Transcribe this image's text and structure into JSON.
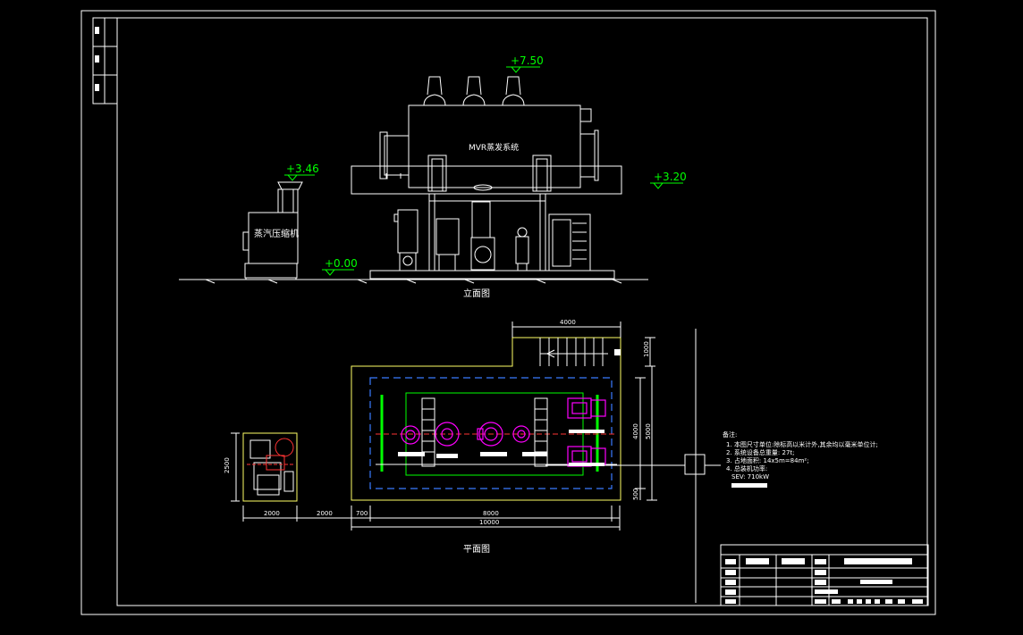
{
  "elevation": {
    "title": "立面图",
    "system_label": "MVR蒸发系统",
    "compressor_label": "蒸汽压缩机",
    "levels": {
      "top": "+7.50",
      "compressor": "+3.46",
      "platform": "+3.20",
      "ground": "+0.00"
    }
  },
  "plan": {
    "title": "平面图",
    "dims": {
      "stair_width": "4000",
      "stair_depth": "1000",
      "inner_depth": "4000",
      "outer_depth": "5000",
      "edge_depth": "500",
      "comp_height": "2500",
      "comp_width": "2000",
      "gap": "2000",
      "margin": "700",
      "inner_width": "8000",
      "total_width": "10000"
    }
  },
  "notes": {
    "heading": "备注:",
    "lines": [
      "1. 本图尺寸单位:除标高以米计外,其余均以毫米单位计;",
      "2. 系统设备总重量: 27t;",
      "3. 占地面积: 14x5m=84m²;",
      "4. 总装机功率:",
      "SEV: 710kW"
    ]
  },
  "colors": {
    "background": "#000000",
    "lines": "#ffffff",
    "dimensions": "#00ff00",
    "outline": "#ffff66",
    "equipment": "#ff00ff",
    "grid": "#3a7bff",
    "axis": "#ff3333"
  }
}
